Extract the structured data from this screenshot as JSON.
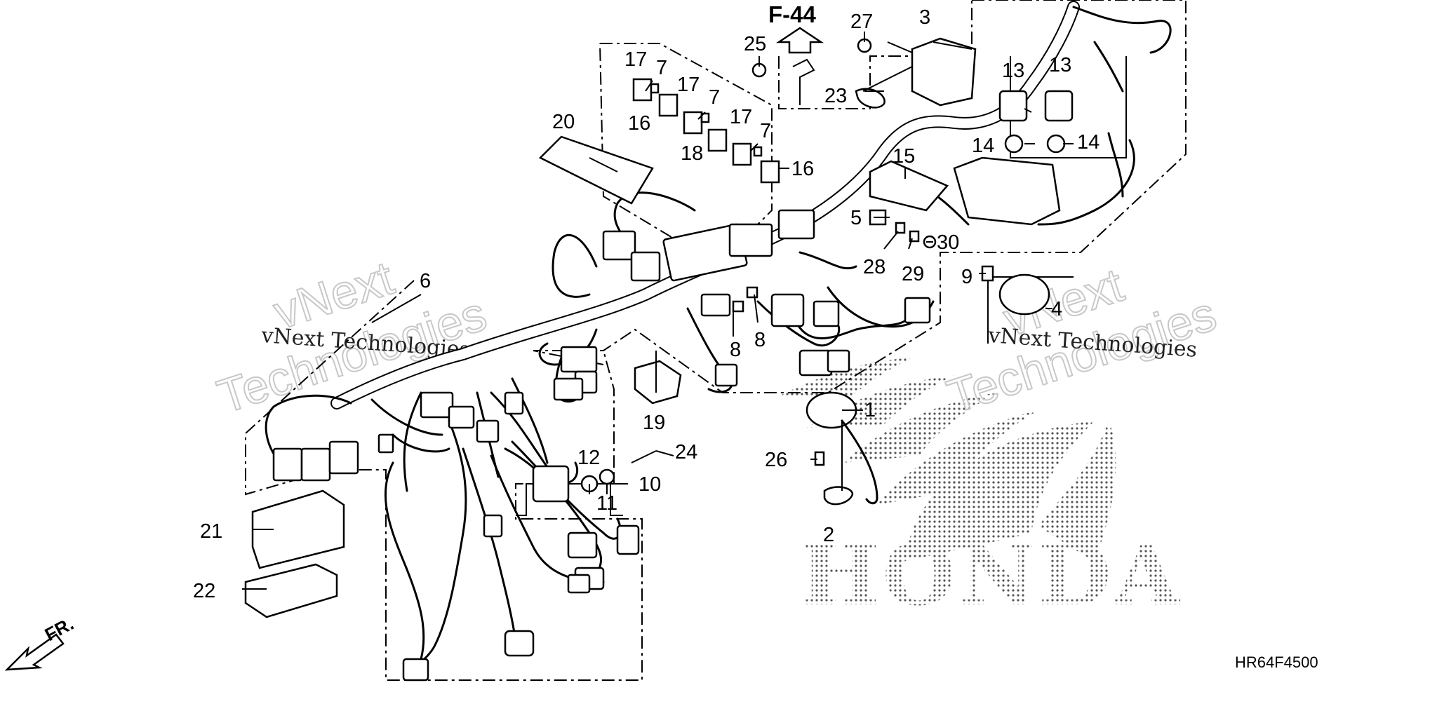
{
  "diagram": {
    "reference_label": "F-44",
    "drawing_code": "HR64F4500",
    "direction_label": "FR.",
    "brand_logo_text": "HONDA",
    "watermark": {
      "company": "vNext Technologies",
      "big_word_1": "vNext",
      "big_word_2": "Technologies"
    },
    "callouts": [
      {
        "id": "c1",
        "text": "1"
      },
      {
        "id": "c2",
        "text": "2"
      },
      {
        "id": "c3",
        "text": "3"
      },
      {
        "id": "c4",
        "text": "4"
      },
      {
        "id": "c5",
        "text": "5"
      },
      {
        "id": "c6",
        "text": "6"
      },
      {
        "id": "c7a",
        "text": "7"
      },
      {
        "id": "c7b",
        "text": "7"
      },
      {
        "id": "c7c",
        "text": "7"
      },
      {
        "id": "c8a",
        "text": "8"
      },
      {
        "id": "c8b",
        "text": "8"
      },
      {
        "id": "c9",
        "text": "9"
      },
      {
        "id": "c10",
        "text": "10"
      },
      {
        "id": "c11",
        "text": "11"
      },
      {
        "id": "c12",
        "text": "12"
      },
      {
        "id": "c13a",
        "text": "13"
      },
      {
        "id": "c13b",
        "text": "13"
      },
      {
        "id": "c14a",
        "text": "14"
      },
      {
        "id": "c14b",
        "text": "14"
      },
      {
        "id": "c15",
        "text": "15"
      },
      {
        "id": "c16a",
        "text": "16"
      },
      {
        "id": "c16b",
        "text": "16"
      },
      {
        "id": "c17a",
        "text": "17"
      },
      {
        "id": "c17b",
        "text": "17"
      },
      {
        "id": "c17c",
        "text": "17"
      },
      {
        "id": "c18",
        "text": "18"
      },
      {
        "id": "c19",
        "text": "19"
      },
      {
        "id": "c20",
        "text": "20"
      },
      {
        "id": "c21",
        "text": "21"
      },
      {
        "id": "c22",
        "text": "22"
      },
      {
        "id": "c23",
        "text": "23"
      },
      {
        "id": "c24",
        "text": "24"
      },
      {
        "id": "c25",
        "text": "25"
      },
      {
        "id": "c26",
        "text": "26"
      },
      {
        "id": "c27",
        "text": "27"
      },
      {
        "id": "c28",
        "text": "28"
      },
      {
        "id": "c29",
        "text": "29"
      },
      {
        "id": "c30",
        "text": "30"
      }
    ]
  }
}
